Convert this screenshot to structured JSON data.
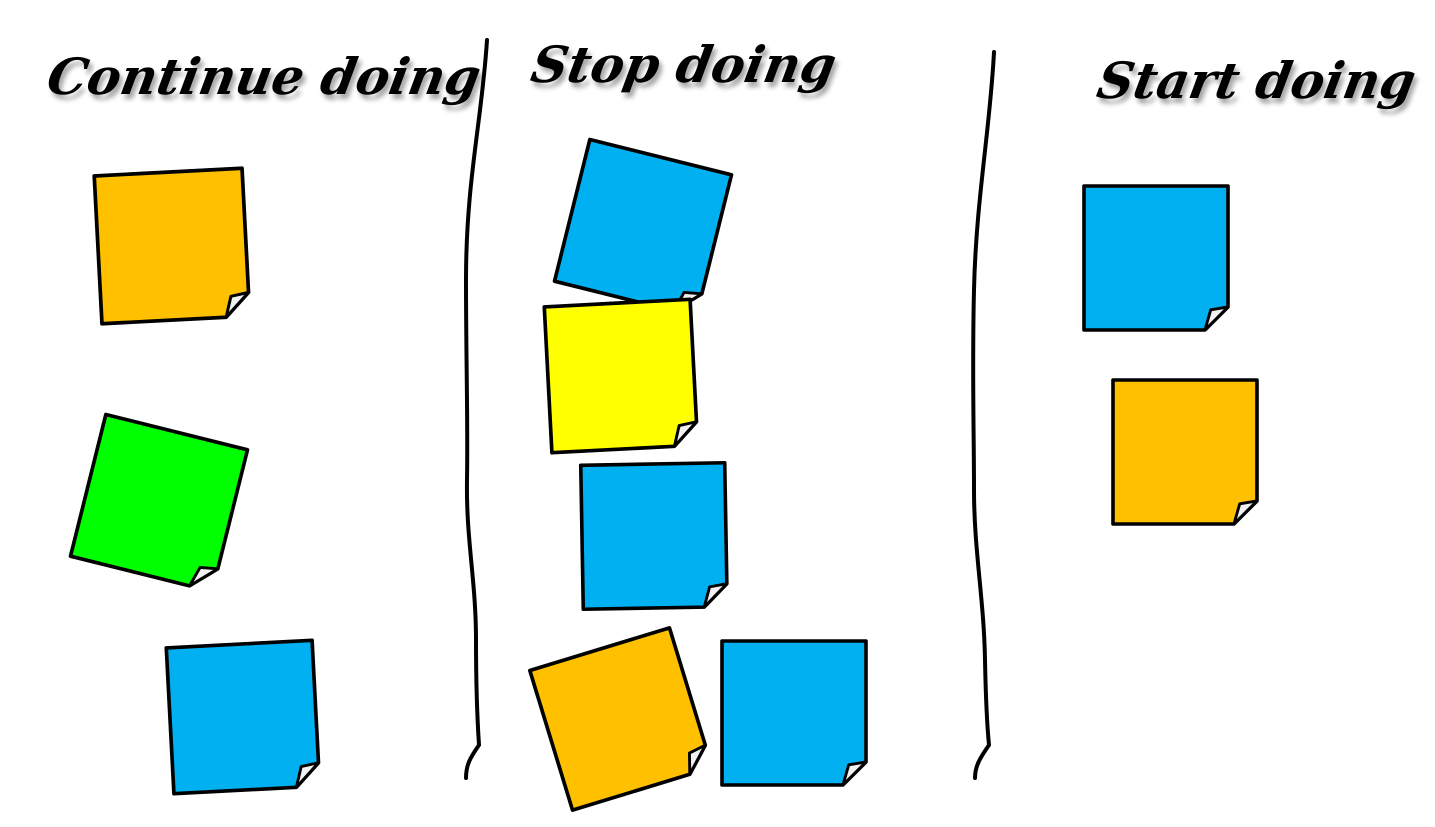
{
  "board": {
    "columns": [
      {
        "title": "Continue doing"
      },
      {
        "title": "Stop doing"
      },
      {
        "title": "Start doing"
      }
    ]
  },
  "colors": {
    "orange": "#FFC000",
    "blue": "#00B0F0",
    "green": "#00FF00",
    "yellow": "#FFFF00",
    "outline": "#000000"
  }
}
